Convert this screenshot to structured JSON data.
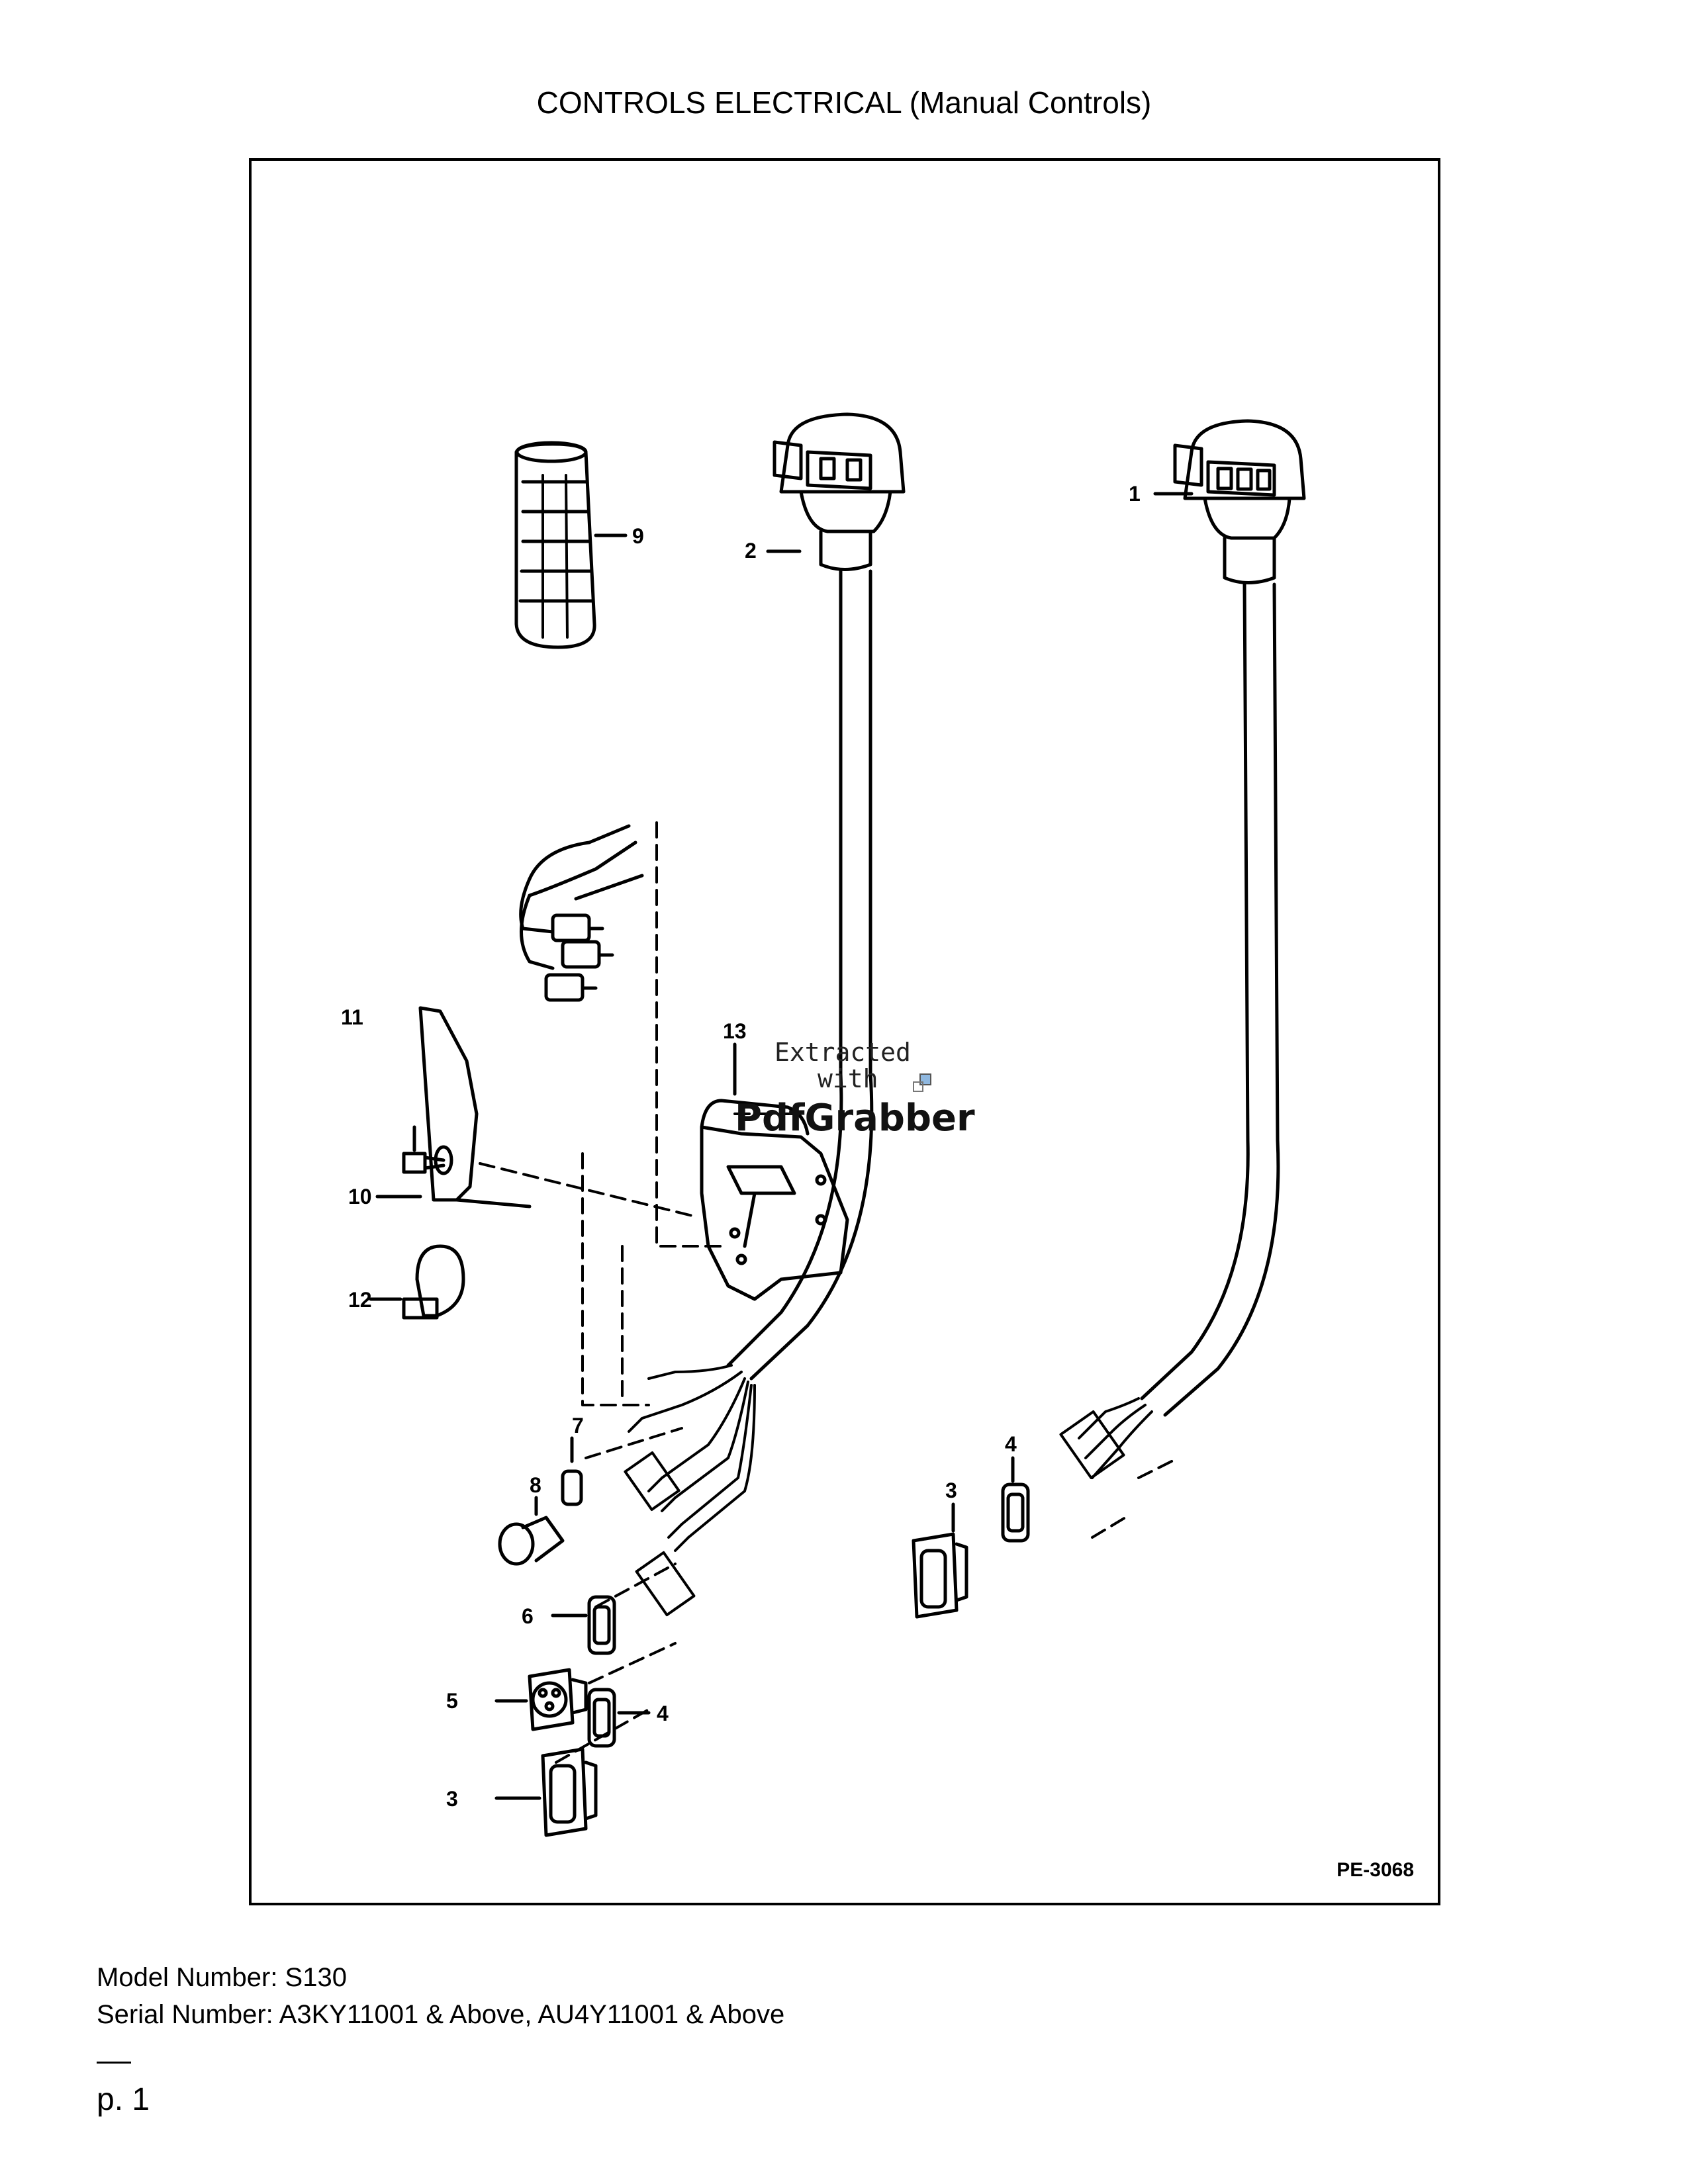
{
  "page": {
    "title": "CONTROLS ELECTRICAL (Manual Controls)",
    "figure_code": "PE-3068",
    "model_label": "Model Number: S130",
    "serial_label": "Serial Number: A3KY11001 & Above, AU4Y11001 & Above",
    "page_number": "p. 1"
  },
  "callouts": {
    "c1": "1",
    "c2": "2",
    "c3a": "3",
    "c3b": "3",
    "c4a": "4",
    "c4b": "4",
    "c5": "5",
    "c6": "6",
    "c7": "7",
    "c8": "8",
    "c9": "9",
    "c10": "10",
    "c11": "11",
    "c12": "12",
    "c13": "13"
  },
  "watermark": {
    "line1": "Extracted",
    "line2": "with",
    "brand": "PdfGrabber"
  }
}
